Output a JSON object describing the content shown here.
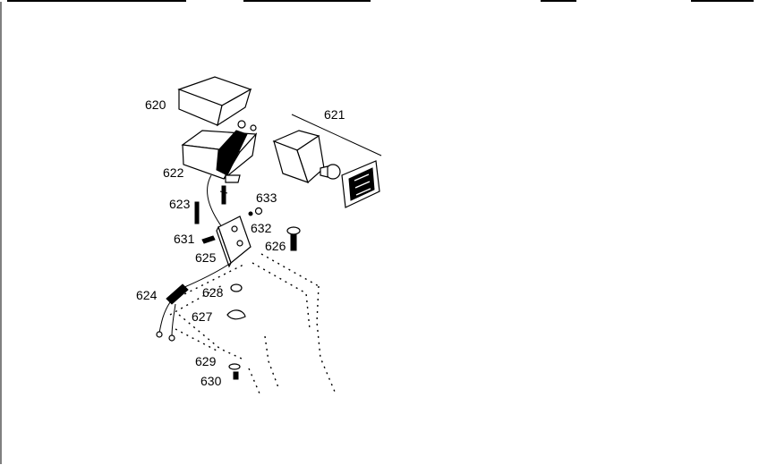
{
  "diagram": {
    "labels": [
      "620",
      "621",
      "622",
      "623",
      "633",
      "632",
      "631",
      "626",
      "625",
      "624",
      "628",
      "627",
      "629",
      "630"
    ]
  }
}
